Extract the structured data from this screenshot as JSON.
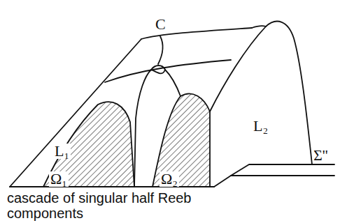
{
  "diagram": {
    "caption": "cascade of singular half Reeb components",
    "labels": [
      "C",
      "L₁",
      "L₂",
      "Ω₁",
      "Ω₂",
      "Σ''"
    ]
  }
}
